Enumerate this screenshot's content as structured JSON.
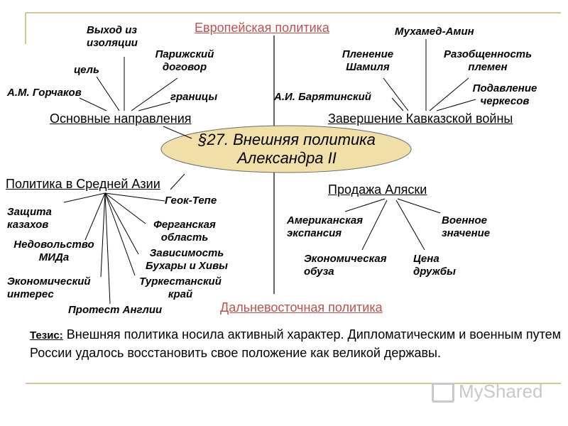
{
  "title": "§27. Внешняя политика Александра II",
  "title_line1": "§27. Внешняя политика",
  "title_line2": "Александра II",
  "links": {
    "european": "Европейская политика",
    "far_east": "Дальневосточная политика"
  },
  "branches": {
    "main_directions": {
      "heading": "Основные направления",
      "items": {
        "exit_isolation": "Выход из изоляции",
        "goal": "цель",
        "paris_treaty": "Парижский договор",
        "gorchakov": "А.М. Горчаков",
        "borders": "границы"
      }
    },
    "caucasus": {
      "heading": "Завершение Кавказской войны",
      "items": {
        "muhamed_amin": "Мухамед-Амин",
        "shamil": "Пленение Шамиля",
        "disunity": "Разобщенность племен",
        "baryatinsky": "А.И. Барятинский",
        "circassians": "Подавление черкесов"
      }
    },
    "central_asia": {
      "heading": "Политика в Средней Азии",
      "items": {
        "geok_tepe": "Геок-Тепе",
        "kazakhs": "Защита казахов",
        "fergana": "Ферганская область",
        "mfa": "Недовольство МИДа",
        "bukhara": "Зависимость Бухары и Хивы",
        "economic_interest": "Экономический интерес",
        "turkestan": "Туркестанский край",
        "england": "Протест Англии"
      }
    },
    "alaska": {
      "heading": "Продажа Аляски",
      "items": {
        "american": "Американская экспансия",
        "military": "Военное значение",
        "burden": "Экономическая обуза",
        "price": "Цена дружбы"
      }
    }
  },
  "thesis": {
    "label": "Тезис",
    "text": "Внешняя политика носила активный характер. Дипломатическим и военным путем России удалось восстановить свое положение как великой державы."
  },
  "logo": {
    "text": "MyShared"
  },
  "colors": {
    "link": "#c0504d",
    "ellipse_fill": "#f0e0a8",
    "frame": "#c8b46e"
  }
}
